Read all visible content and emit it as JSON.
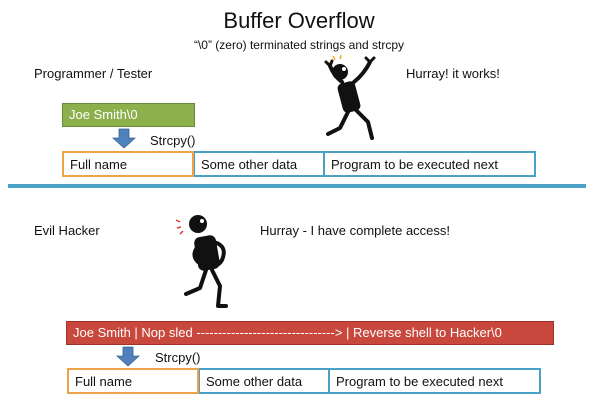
{
  "header": {
    "title": "Buffer Overflow",
    "subtitle": "“\\0” (zero) terminated strings and strcpy"
  },
  "top": {
    "role_label": "Programmer / Tester",
    "exclamation": "Hurray!  it works!",
    "input_string": "Joe Smith\\0",
    "arrow_label": "Strcpy()",
    "memory_cells": [
      "Full name",
      "Some other data",
      "Program to be executed next"
    ]
  },
  "bottom": {
    "role_label": "Evil Hacker",
    "exclamation": "Hurray - I have complete access!",
    "input_string": "Joe Smith  | Nop sled --------------------------------> | Reverse shell to Hacker\\0",
    "arrow_label": "Strcpy()",
    "memory_cells": [
      "Full name",
      "Some other data",
      "Program to be executed next"
    ]
  },
  "colors": {
    "accent_blue": "#4aa3c7",
    "green_block": "#8db04c",
    "red_block": "#c9483d",
    "orange_border": "#f0a24a",
    "arrow_blue": "#4f81bd"
  }
}
